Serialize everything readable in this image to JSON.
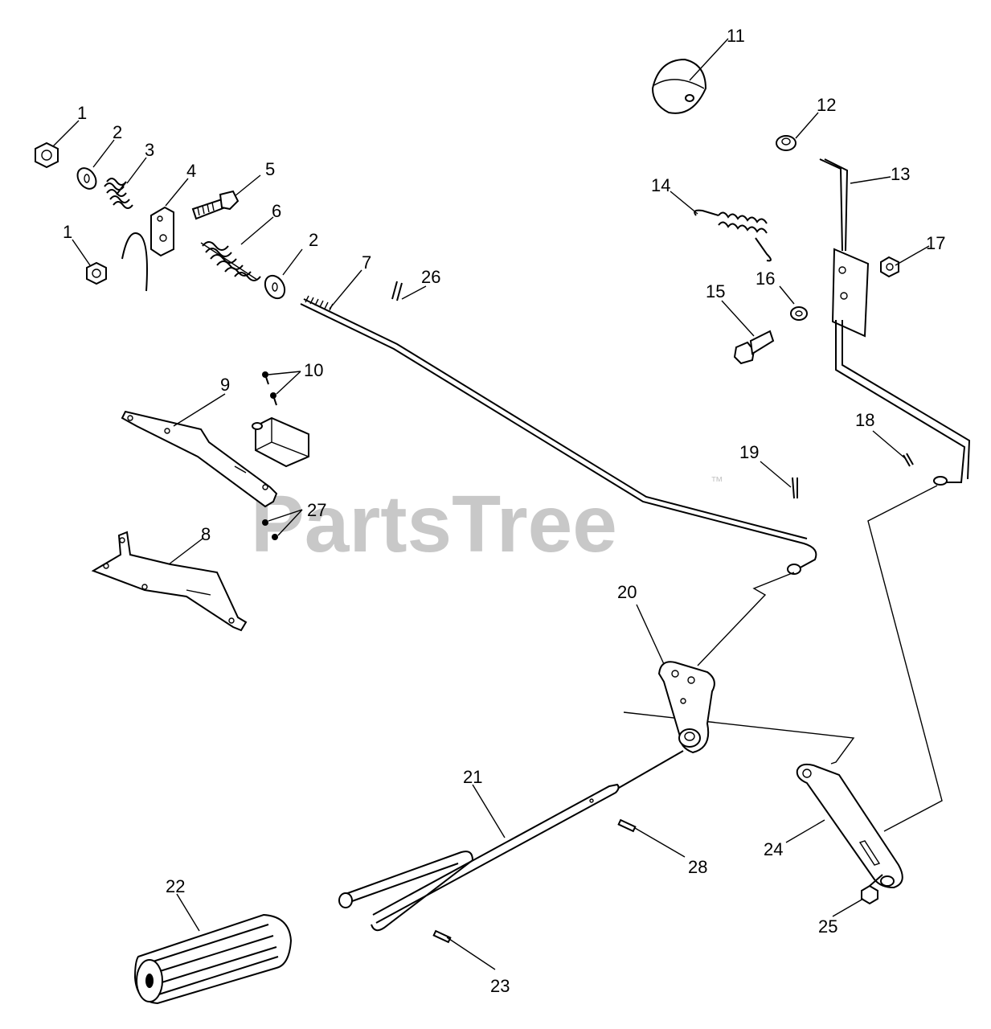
{
  "watermark": {
    "text": "PartsTree",
    "trademark": "™"
  },
  "callouts": {
    "c1a": "1",
    "c2a": "2",
    "c3": "3",
    "c4": "4",
    "c5": "5",
    "c1b": "1",
    "c6": "6",
    "c2b": "2",
    "c7": "7",
    "c26": "26",
    "c10": "10",
    "c9": "9",
    "c27": "27",
    "c8": "8",
    "c11": "11",
    "c12": "12",
    "c13": "13",
    "c14": "14",
    "c17": "17",
    "c15": "15",
    "c16": "16",
    "c18": "18",
    "c19": "19",
    "c20": "20",
    "c21": "21",
    "c28": "28",
    "c24": "24",
    "c25": "25",
    "c22": "22",
    "c23": "23"
  }
}
